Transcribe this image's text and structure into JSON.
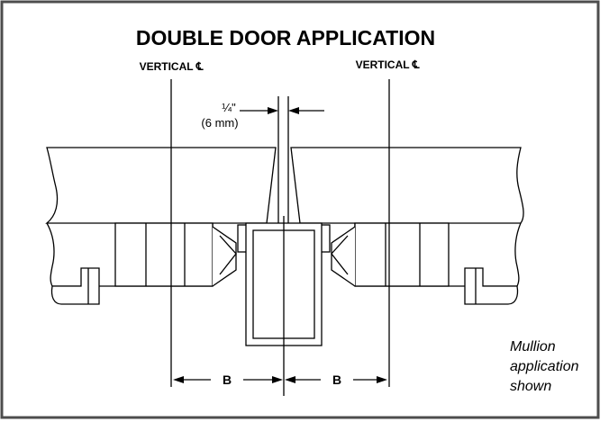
{
  "title": "DOUBLE DOOR APPLICATION",
  "centerline_left": "VERTICAL ℄",
  "centerline_right": "VERTICAL ℄",
  "gap_dimension": {
    "fraction": "¼\"",
    "metric": "(6 mm)"
  },
  "dimension_b_left": "B",
  "dimension_b_right": "B",
  "note": {
    "line1": "Mullion",
    "line2": "application",
    "line3": "shown"
  },
  "colors": {
    "frame_border": "#4d4d4d",
    "ink": "#000000"
  }
}
